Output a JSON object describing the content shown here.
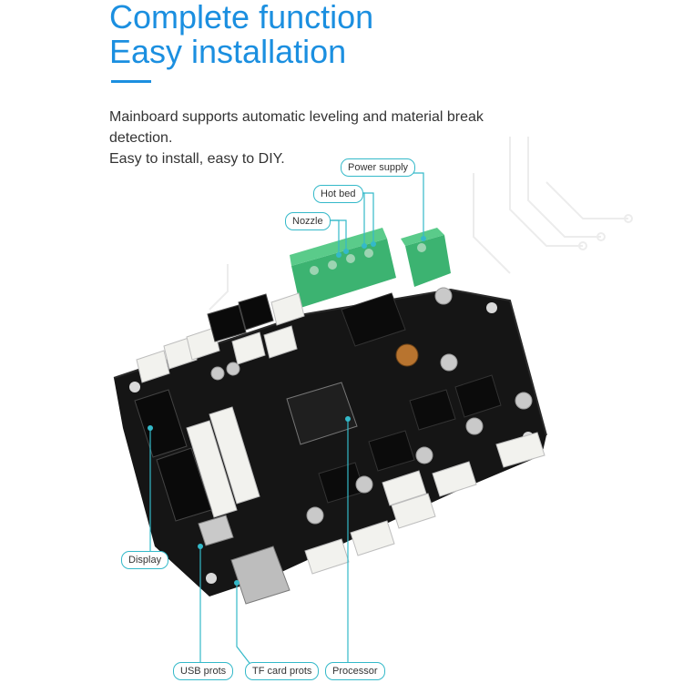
{
  "heading": {
    "line1": "Complete function",
    "line2": "Easy installation"
  },
  "description": {
    "line1": "Mainboard supports automatic leveling and material break",
    "line2": "detection.",
    "line3": "Easy to install, easy to DIY."
  },
  "callouts": {
    "power_supply": "Power supply",
    "hot_bed": "Hot bed",
    "nozzle": "Nozzle",
    "display": "Display",
    "usb_ports": "USB prots",
    "tf_card_ports": "TF card prots",
    "processor": "Processor"
  },
  "colors": {
    "heading": "#1b8fe0",
    "callout_line": "#34b9c9",
    "board": "#151515",
    "terminal": "#3cb371",
    "connector": "#f2f2ee"
  }
}
